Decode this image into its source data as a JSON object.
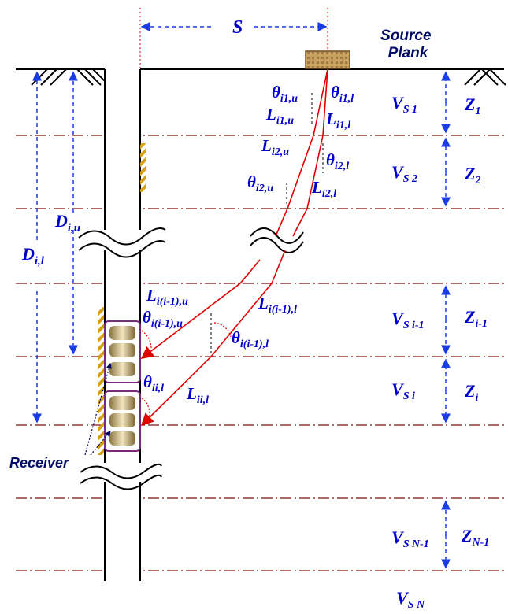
{
  "colors": {
    "label": "#0000cc",
    "ray": "#e00000",
    "layer_line": "#7a1010",
    "dim_arrow": "#1a3be8",
    "hatch_gold": "#d4a017",
    "plank": "#c8a060"
  },
  "labels": {
    "spacing": "S",
    "source": [
      "Source",
      "Plank"
    ],
    "receiver": "Receiver",
    "depth_upper": {
      "main": "D",
      "sub": "i,u"
    },
    "depth_lower": {
      "main": "D",
      "sub": "i,l"
    }
  },
  "layers": [
    {
      "velocity": {
        "main": "V",
        "sub": "S 1"
      },
      "thickness": {
        "main": "Z",
        "sub": "1"
      }
    },
    {
      "velocity": {
        "main": "V",
        "sub": "S 2"
      },
      "thickness": {
        "main": "Z",
        "sub": "2"
      }
    },
    {
      "velocity": {
        "main": "V",
        "sub": "S i-1"
      },
      "thickness": {
        "main": "Z",
        "sub": "i-1"
      }
    },
    {
      "velocity": {
        "main": "V",
        "sub": "S i"
      },
      "thickness": {
        "main": "Z",
        "sub": "i"
      }
    },
    {
      "velocity": {
        "main": "V",
        "sub": "S N-1"
      },
      "thickness": {
        "main": "Z",
        "sub": "N-1"
      }
    },
    {
      "velocity": {
        "main": "V",
        "sub": "S N"
      },
      "thickness": null
    }
  ],
  "ray_labels": {
    "theta_i1u": {
      "main": "θ",
      "sub": "i1,u"
    },
    "theta_i1l": {
      "main": "θ",
      "sub": "i1,l"
    },
    "L_i1u": {
      "main": "L",
      "sub": "i1,u"
    },
    "L_i1l": {
      "main": "L",
      "sub": "i1,l"
    },
    "L_i2u": {
      "main": "L",
      "sub": "i2,u"
    },
    "theta_i2l": {
      "main": "θ",
      "sub": "i2,l"
    },
    "theta_i2u": {
      "main": "θ",
      "sub": "i2,u"
    },
    "L_i2l": {
      "main": "L",
      "sub": "i2,l"
    },
    "L_im1u": {
      "main": "L",
      "sub": "i(i-1),u"
    },
    "theta_im1u": {
      "main": "θ",
      "sub": "i(i-1),u"
    },
    "L_im1l": {
      "main": "L",
      "sub": "i(i-1),l"
    },
    "theta_im1l": {
      "main": "θ",
      "sub": "i(i-1),l"
    },
    "theta_iil": {
      "main": "θ",
      "sub": "ii,l"
    },
    "L_iil": {
      "main": "L",
      "sub": "ii,l"
    }
  }
}
